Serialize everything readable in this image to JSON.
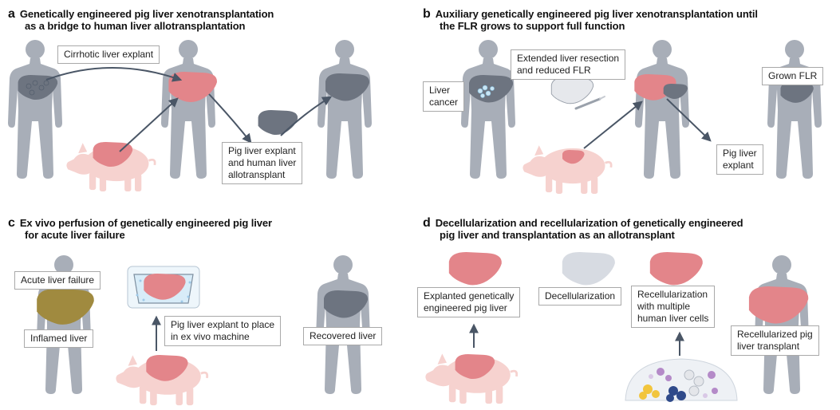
{
  "panels": {
    "a": {
      "letter": "a",
      "title_lines": [
        "Genetically engineered pig liver xenotransplantation",
        "as a bridge to human liver allotransplantation"
      ],
      "labels": {
        "cirrhotic": [
          "Cirrhotic liver explant"
        ],
        "pig_explant": [
          "Pig liver explant",
          "and human liver",
          "allotransplant"
        ]
      }
    },
    "b": {
      "letter": "b",
      "title_lines": [
        "Auxiliary genetically engineered pig liver xenotransplantation until",
        "the FLR grows to support full function"
      ],
      "labels": {
        "cancer": [
          "Liver",
          "cancer"
        ],
        "resection": [
          "Extended liver resection",
          "and reduced FLR"
        ],
        "grown": [
          "Grown FLR"
        ],
        "pig_explant": [
          "Pig liver",
          "explant"
        ]
      }
    },
    "c": {
      "letter": "c",
      "title_lines": [
        "Ex vivo perfusion of genetically engineered pig liver",
        "for acute liver failure"
      ],
      "labels": {
        "acute": [
          "Acute liver failure"
        ],
        "inflamed": [
          "Inflamed liver"
        ],
        "machine": [
          "Pig liver explant to place",
          "in ex vivo machine"
        ],
        "recovered": [
          "Recovered liver"
        ]
      }
    },
    "d": {
      "letter": "d",
      "title_lines": [
        "Decellularization and recellularization of genetically engineered",
        "pig liver and transplantation as an allotransplant"
      ],
      "labels": {
        "explanted": [
          "Explanted genetically",
          "engineered pig liver"
        ],
        "decell": [
          "Decellularization"
        ],
        "recell": [
          "Recellularization",
          "with multiple",
          "human liver cells"
        ],
        "recell_transplant": [
          "Recellularized pig",
          "liver transplant"
        ]
      }
    }
  },
  "colors": {
    "human_silhouette": "#a8aeb8",
    "pig": "#f6d2cf",
    "pig_liver": "#e3858a",
    "human_liver_dark": "#6d7480",
    "inflamed_liver": "#a08a3f",
    "decellularized_liver": "#d7dbe2",
    "arrow": "#4a5666",
    "box_border": "#a9a9a9"
  }
}
